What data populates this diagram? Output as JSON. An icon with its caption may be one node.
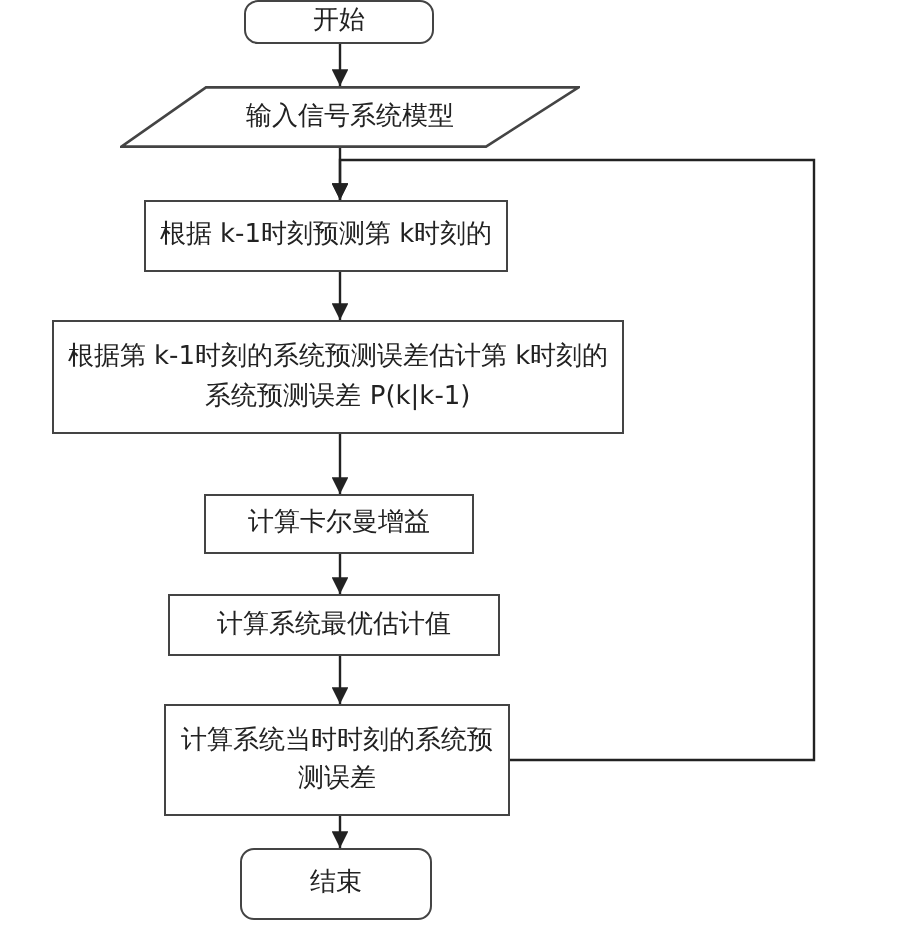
{
  "diagram": {
    "nodes": [
      {
        "text": [
          "开始"
        ]
      },
      {
        "text": [
          "输入信号系统模型"
        ]
      },
      {
        "text": [
          "根据 k-1时刻预测第 k时刻的"
        ]
      },
      {
        "text": [
          "根据第 k-1时刻的系统预测误差估计第 k时刻的系统预测误差 P(k|k-1)"
        ]
      },
      {
        "text": [
          "计算卡尔曼增益"
        ]
      },
      {
        "text": [
          "计算系统最优估计值"
        ]
      },
      {
        "text": [
          "计算系统当时时刻的系统预测误差"
        ]
      },
      {
        "text": [
          "结束"
        ]
      }
    ],
    "edges": [
      {
        "from": 0,
        "to": 1,
        "arrow": "to"
      },
      {
        "from": 1,
        "to": 2,
        "arrow": "to"
      },
      {
        "from": 2,
        "to": 3,
        "arrow": "to"
      },
      {
        "from": 3,
        "to": 4,
        "arrow": "to"
      },
      {
        "from": 4,
        "to": 5,
        "arrow": "to"
      },
      {
        "from": 5,
        "to": 6,
        "arrow": "to"
      },
      {
        "from": 6,
        "to": 7,
        "arrow": "to"
      },
      {
        "from": 6,
        "to": 2,
        "arrow": "to"
      }
    ]
  }
}
